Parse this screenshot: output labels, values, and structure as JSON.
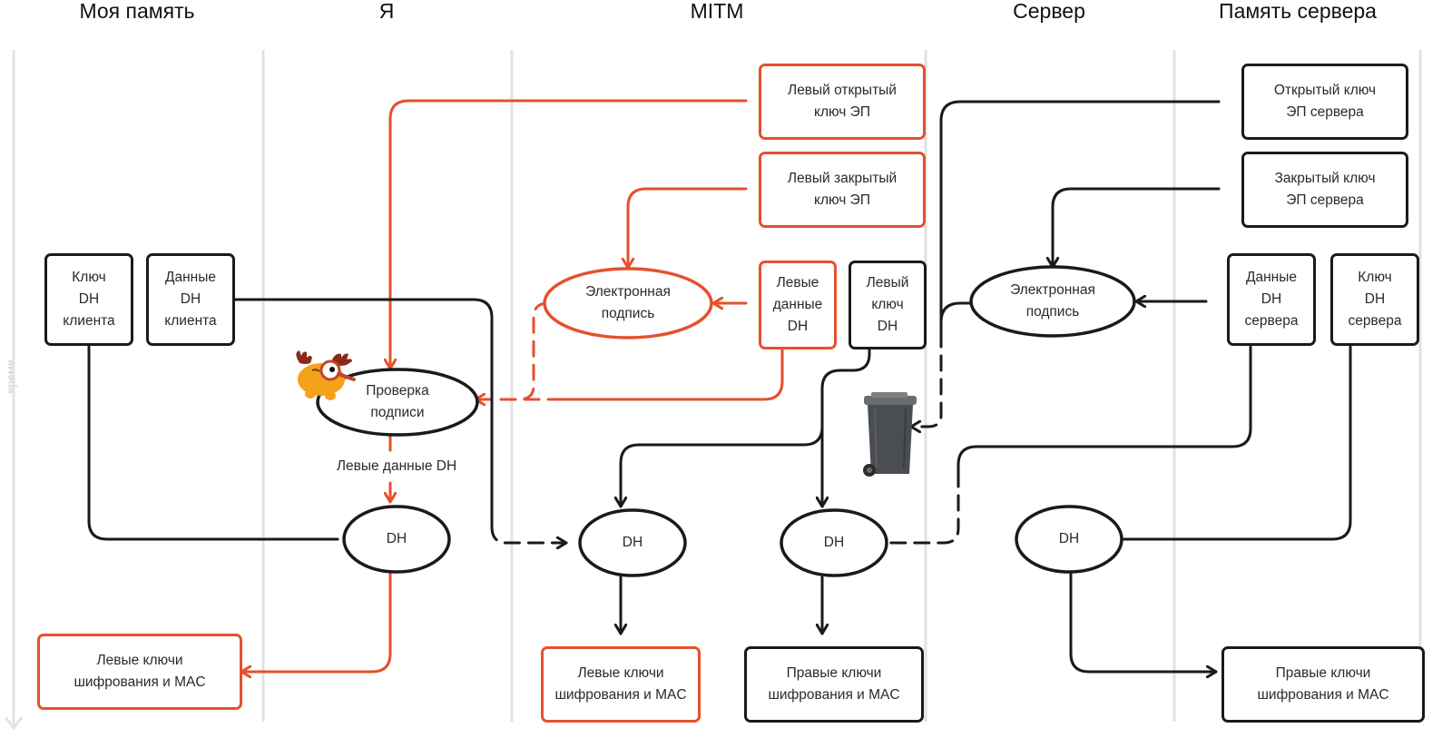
{
  "lanes": [
    {
      "id": "my-memory",
      "title": "Моя память"
    },
    {
      "id": "me",
      "title": "Я"
    },
    {
      "id": "mitm",
      "title": "MITM"
    },
    {
      "id": "server",
      "title": "Сервер"
    },
    {
      "id": "server-memory",
      "title": "Память сервера"
    }
  ],
  "time_axis_label": "время",
  "colors": {
    "attacker": "#e4512c",
    "normal": "#1a1a1a",
    "lane_divider": "#e2e2e2"
  },
  "nodes": {
    "client_dh_key": "Ключ\nDH\nклиента",
    "client_dh_data": "Данные\nDH\nклиента",
    "left_public_sig_key": "Левый открытый\nключ ЭП",
    "left_private_sig_key": "Левый закрытый\nключ ЭП",
    "mitm_signature": "Электронная\nподпись",
    "left_dh_data": "Левые\nданные\nDH",
    "left_dh_key": "Левый\nключ\nDH",
    "signature_check": "Проверка\nподписи",
    "client_dh": "DH",
    "mitm_left_dh": "DH",
    "mitm_right_dh": "DH",
    "server_dh": "DH",
    "client_left_keys": "Левые ключи\nшифрования и MAC",
    "mitm_left_keys": "Левые ключи\nшифрования и MAC",
    "mitm_right_keys": "Правые ключи\nшифрования и MAC",
    "server_right_keys": "Правые ключи\nшифрования и MAC",
    "server_public_sig_key": "Открытый ключ\nЭП сервера",
    "server_private_sig_key": "Закрытый ключ\nЭП сервера",
    "server_signature": "Электронная\nподпись",
    "server_dh_data": "Данные\nDH\nсервера",
    "server_dh_key": "Ключ\nDH\nсервера"
  },
  "edge_labels": {
    "verified_left_dh_data": "Левые данные DH"
  },
  "images": {
    "mascot": "moose-mascot-with-magnifier",
    "trash": "trash-bin"
  }
}
